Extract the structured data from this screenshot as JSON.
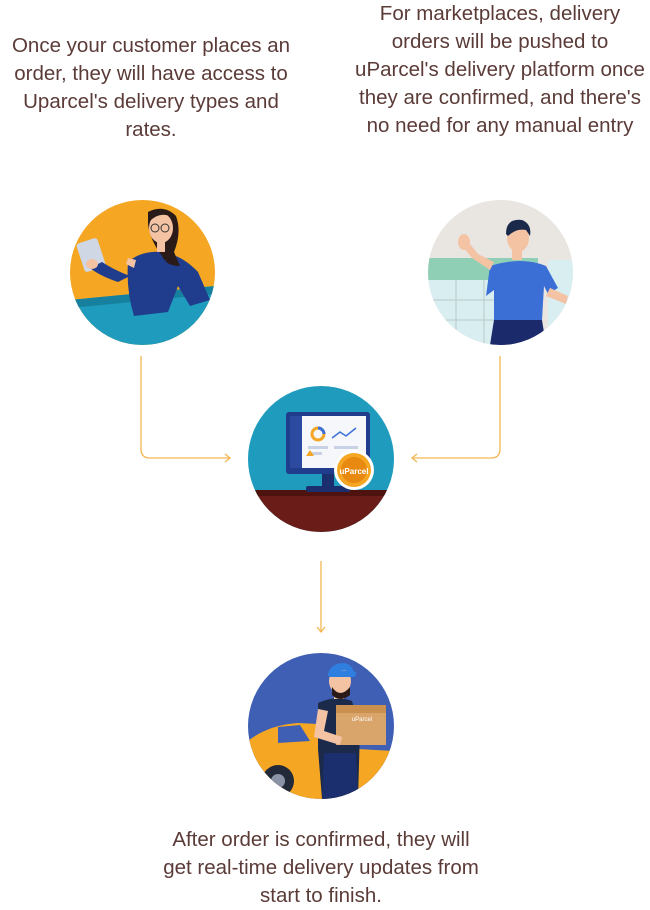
{
  "steps": {
    "customer_order": {
      "text": "Once your customer places an order, they will have access to Uparcel's delivery types and rates."
    },
    "marketplace_push": {
      "text": "For marketplaces, delivery orders will be pushed to uParcel's delivery platform once they are confirmed, and there's no need for any manual entry"
    },
    "realtime_updates": {
      "text": "After order is confirmed, they will get real-time delivery updates from start to finish."
    }
  },
  "brand": {
    "logo_text": "uParcel",
    "box_label": "uParcel"
  },
  "colors": {
    "text": "#5b3b37",
    "connector": "#f2b650",
    "orange": "#f5a623",
    "teal": "#1f9bbd",
    "navy": "#1f3d8c",
    "blue": "#3b6fd6",
    "dark_red": "#6a1c18"
  }
}
